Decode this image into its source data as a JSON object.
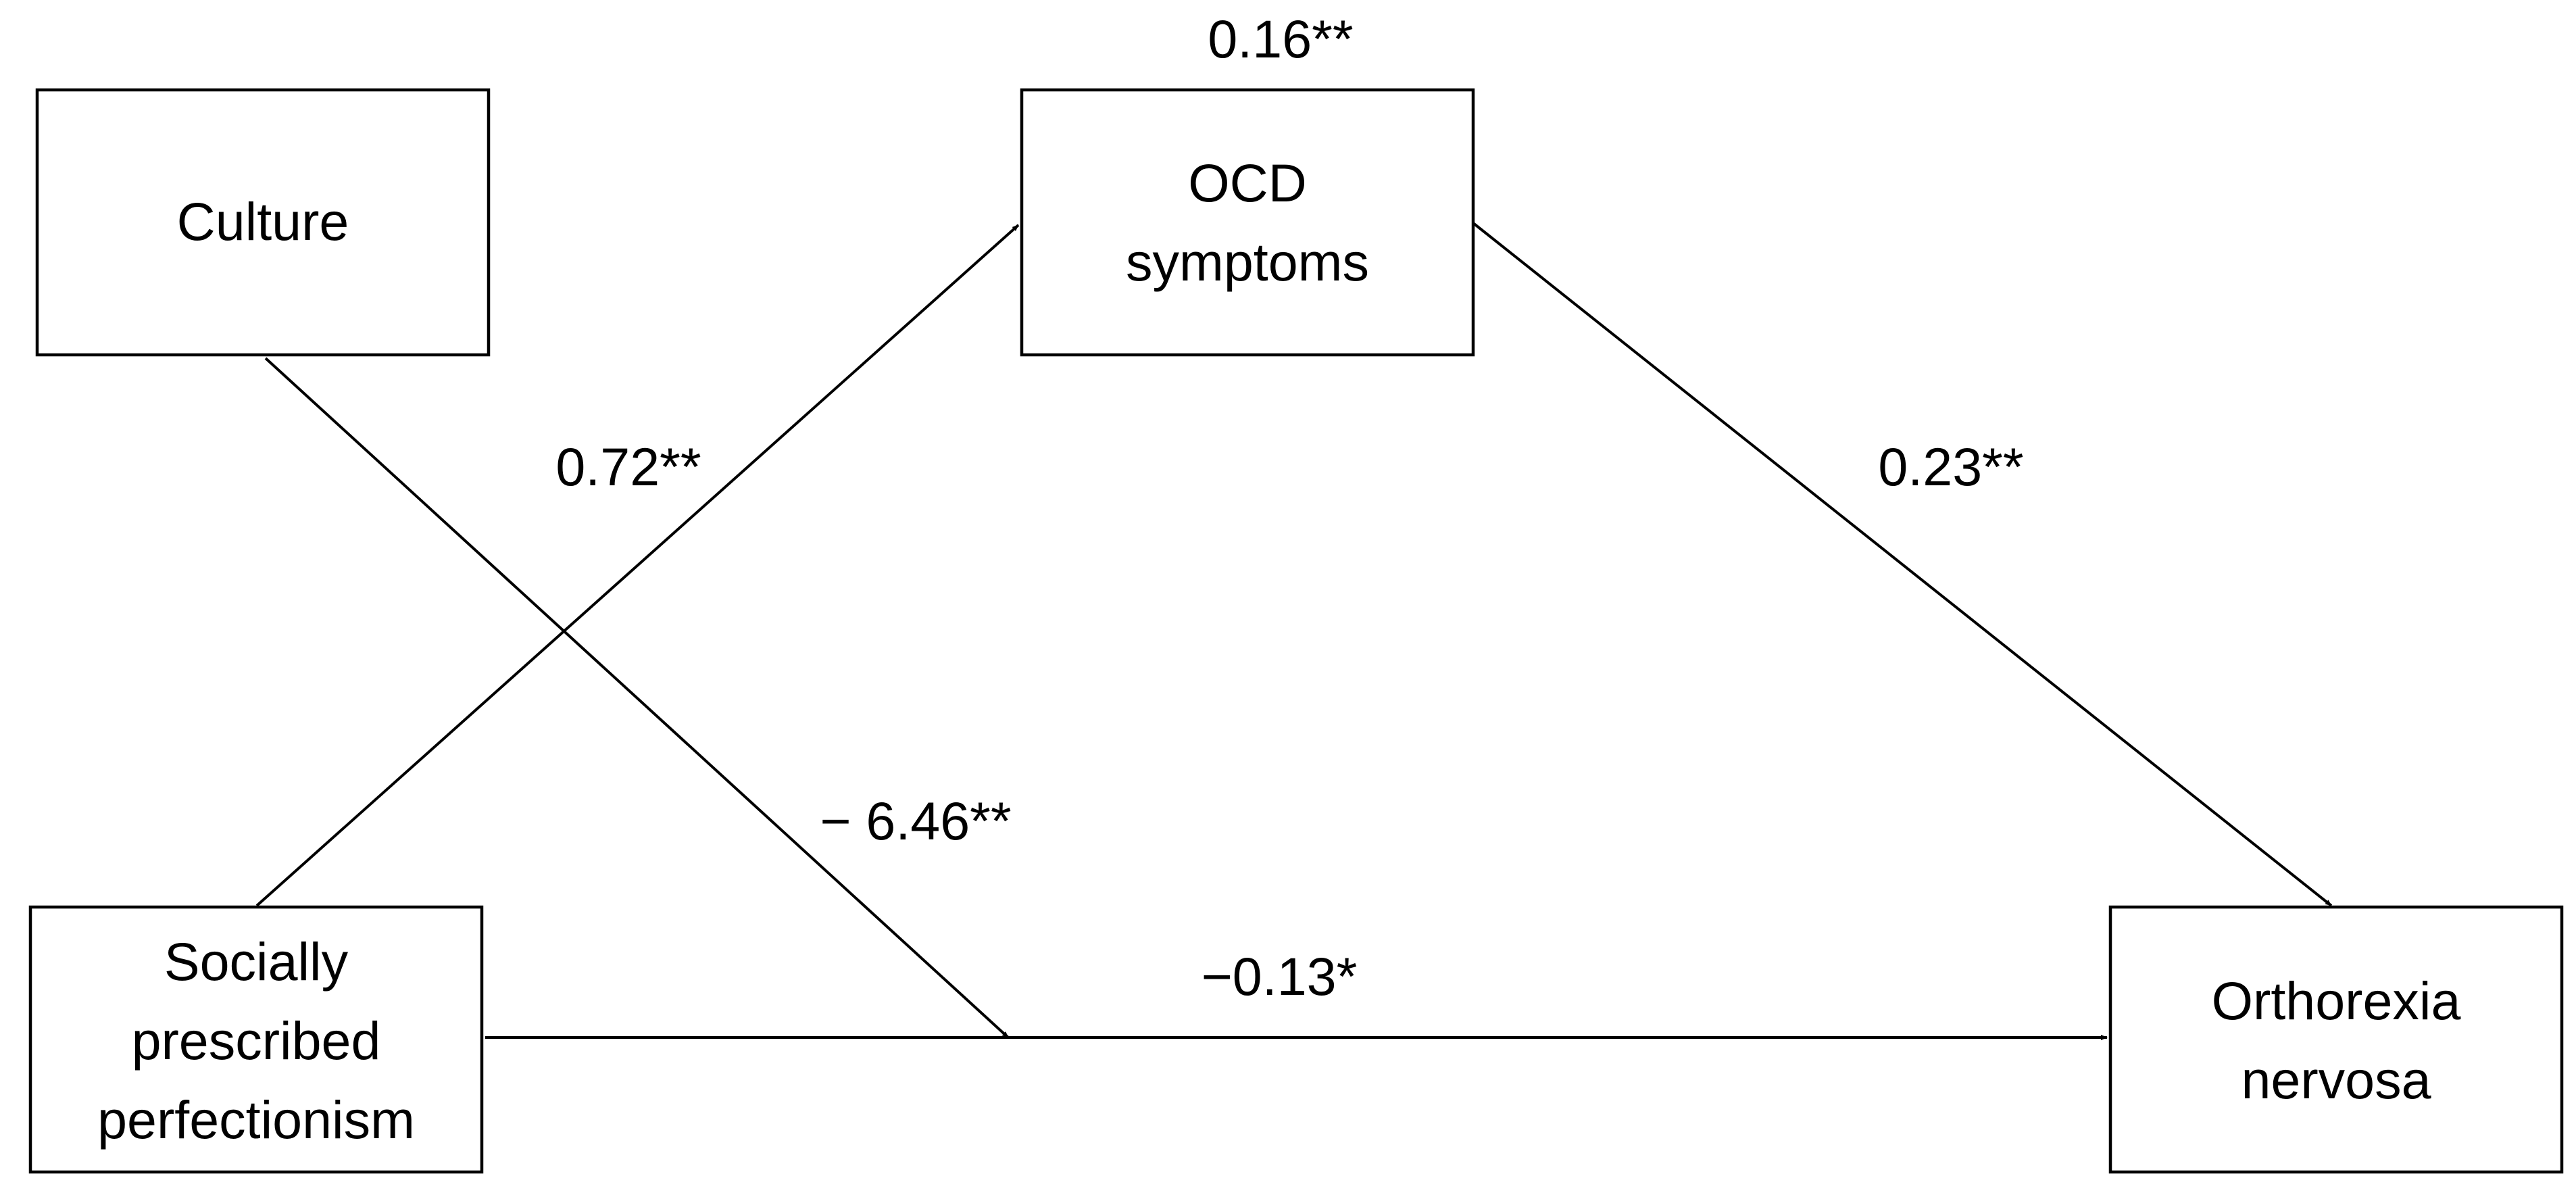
{
  "nodes": {
    "culture": {
      "lines": [
        "Culture"
      ]
    },
    "ocd": {
      "lines": [
        "OCD",
        "symptoms"
      ]
    },
    "spp": {
      "lines": [
        "Socially",
        "prescribed",
        "perfectionism"
      ]
    },
    "orthorexia": {
      "lines": [
        "Orthorexia",
        "nervosa"
      ]
    }
  },
  "paths": {
    "ocd_self": "0.16**",
    "spp_to_ocd": "0.72**",
    "ocd_to_orthorexia": "0.23**",
    "culture_moderation": "− 6.46**",
    "spp_to_orthorexia": "−0.13*"
  }
}
